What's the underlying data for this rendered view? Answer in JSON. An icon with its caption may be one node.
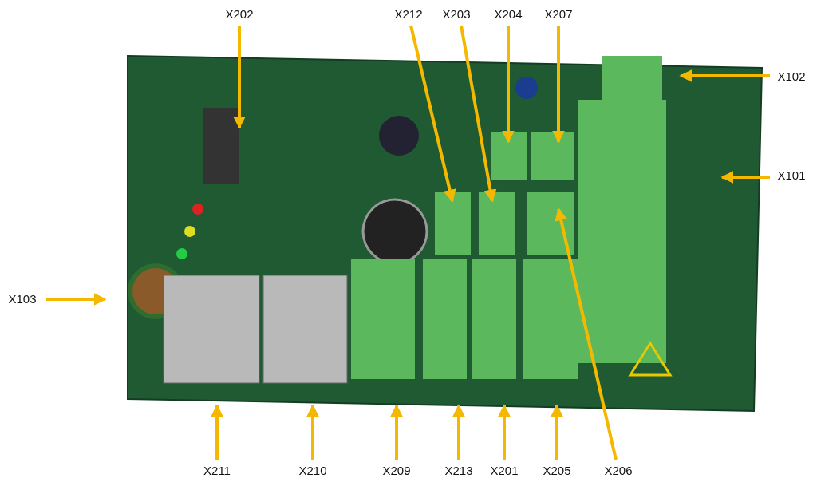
{
  "diagram": {
    "nodes": [
      {
        "text": [
          "X202"
        ]
      },
      {
        "text": [
          "X212"
        ]
      },
      {
        "text": [
          "X203"
        ]
      },
      {
        "text": [
          "X204"
        ]
      },
      {
        "text": [
          "X207"
        ]
      },
      {
        "text": [
          "X102"
        ]
      },
      {
        "text": [
          "X101"
        ]
      },
      {
        "text": [
          "X103"
        ]
      },
      {
        "text": [
          "X211"
        ]
      },
      {
        "text": [
          "X210"
        ]
      },
      {
        "text": [
          "X209"
        ]
      },
      {
        "text": [
          "X213"
        ]
      },
      {
        "text": [
          "X201"
        ]
      },
      {
        "text": [
          "X205"
        ]
      },
      {
        "text": [
          "X206"
        ]
      }
    ],
    "edges": [
      {
        "from": 0,
        "to": null,
        "arrow": "to"
      },
      {
        "from": 1,
        "to": null,
        "arrow": "to"
      },
      {
        "from": 2,
        "to": null,
        "arrow": "to"
      },
      {
        "from": 3,
        "to": null,
        "arrow": "to"
      },
      {
        "from": 4,
        "to": null,
        "arrow": "to"
      },
      {
        "from": 5,
        "to": null,
        "arrow": "to"
      },
      {
        "from": 6,
        "to": null,
        "arrow": "to"
      },
      {
        "from": 7,
        "to": null,
        "arrow": "to"
      },
      {
        "from": 8,
        "to": null,
        "arrow": "to"
      },
      {
        "from": 9,
        "to": null,
        "arrow": "to"
      },
      {
        "from": 10,
        "to": null,
        "arrow": "to"
      },
      {
        "from": 11,
        "to": null,
        "arrow": "to"
      },
      {
        "from": 12,
        "to": null,
        "arrow": "to"
      },
      {
        "from": 13,
        "to": null,
        "arrow": "to"
      },
      {
        "from": 14,
        "to": null,
        "arrow": "to"
      }
    ]
  }
}
